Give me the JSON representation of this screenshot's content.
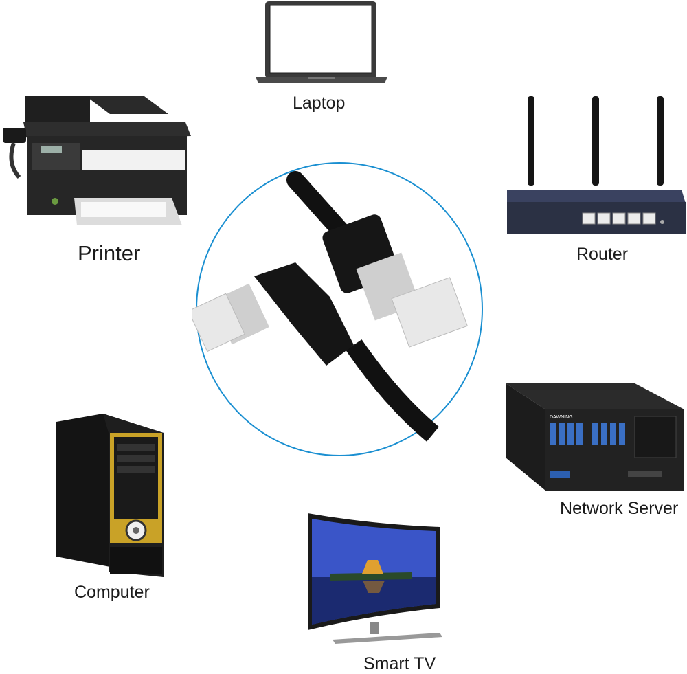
{
  "devices": {
    "laptop": "Laptop",
    "printer": "Printer",
    "router": "Router",
    "computer": "Computer",
    "network_server": "Network Server",
    "smart_tv": "Smart TV"
  },
  "server_brand": "DAWNING",
  "colors": {
    "circle_border": "#1a8fd1",
    "cable": "#111111",
    "router_body": "#2b3144",
    "pc_accent": "#c9a227",
    "tv_screen_sky": "#3a55c8"
  }
}
